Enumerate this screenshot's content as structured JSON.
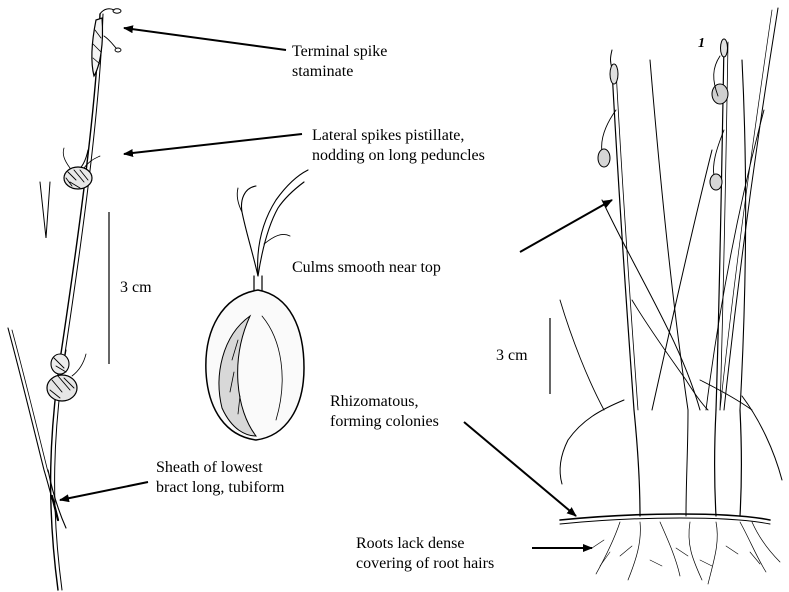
{
  "annotations": {
    "terminal_spike": [
      "Terminal spike",
      "staminate"
    ],
    "lateral_spikes": [
      "Lateral spikes pistillate,",
      "nodding on long peduncles"
    ],
    "culms": "Culms smooth near top",
    "rhizomatous": [
      "Rhizomatous,",
      "forming colonies"
    ],
    "sheath": [
      "Sheath of lowest",
      "bract long, tubiform"
    ],
    "roots": [
      "Roots lack dense",
      "covering of root hairs"
    ]
  },
  "scale_bars": {
    "left": "3 cm",
    "right": "3 cm"
  },
  "plate_number": "1"
}
